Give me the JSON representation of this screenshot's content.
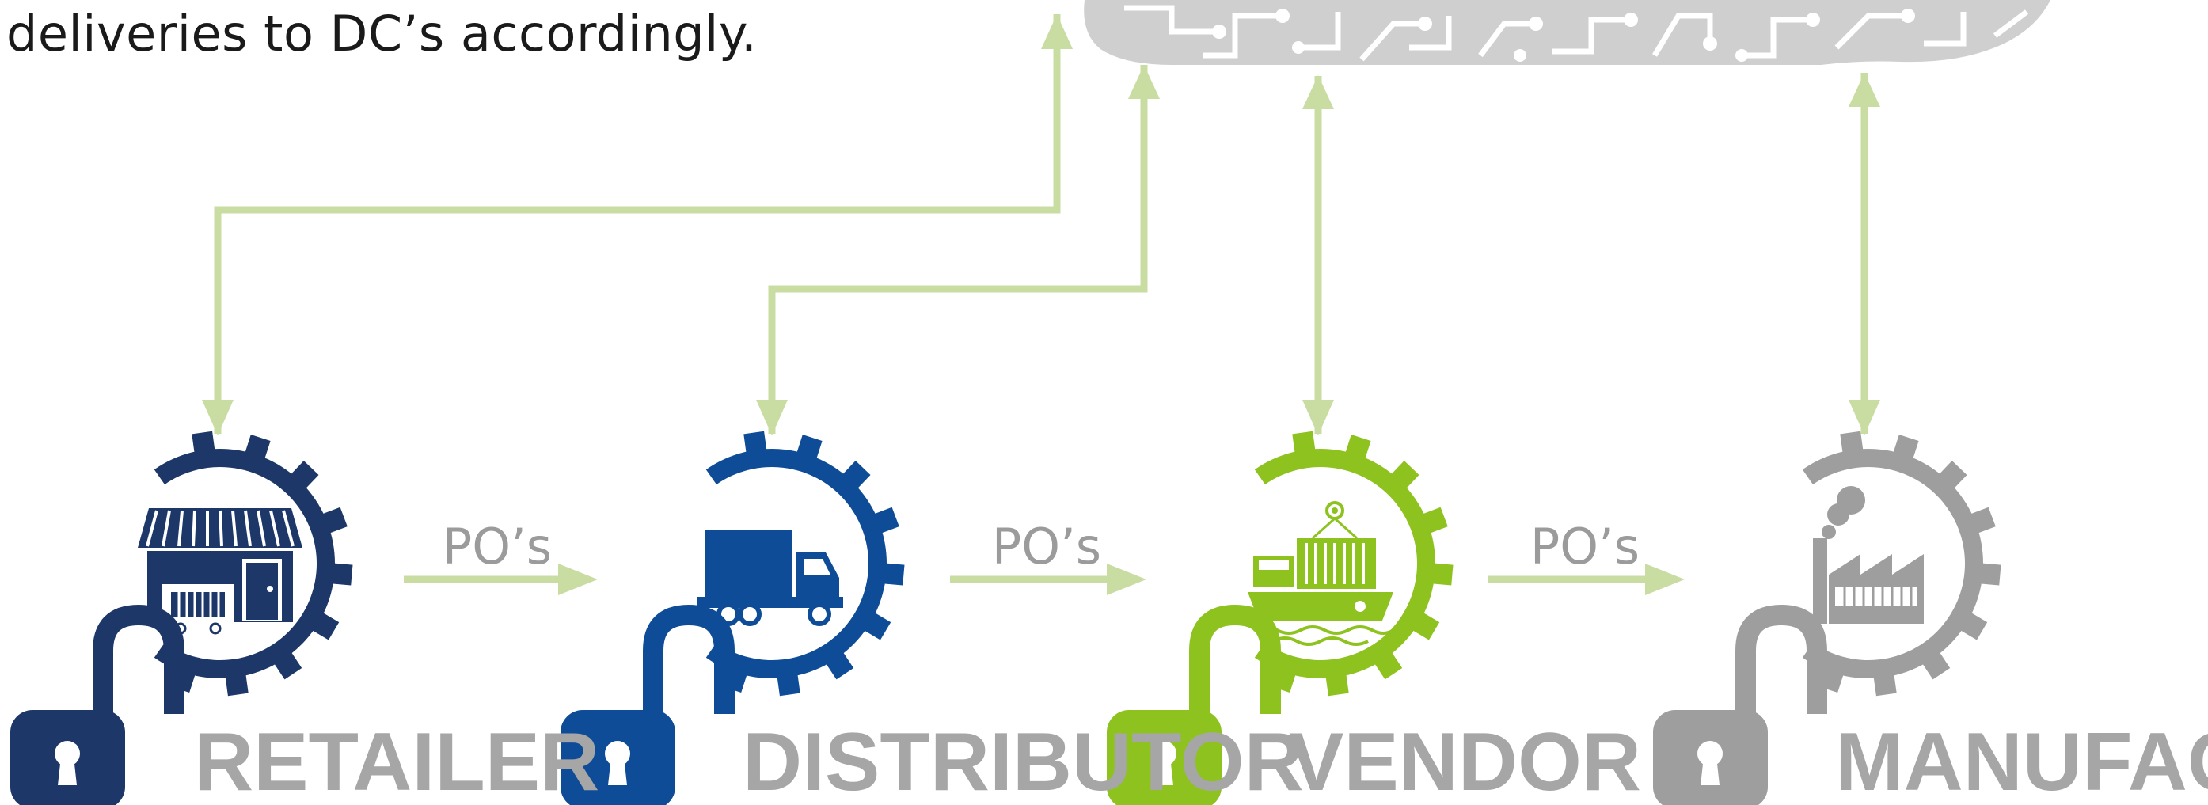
{
  "intro": {
    "text": "deliveries to DC’s accordingly."
  },
  "colors": {
    "connector": "#c9dca2",
    "cloud": "#cfcfcf",
    "retailer": "#1c3768",
    "distributor": "#0e4c97",
    "vendor": "#8dc21f",
    "manufacturer": "#9e9e9e",
    "label": "#a6a6a6"
  },
  "entities": [
    {
      "key": "retailer",
      "label": "RETAILER",
      "icon": "store-icon",
      "color": "#1c3768"
    },
    {
      "key": "distributor",
      "label": "DISTRIBUTOR",
      "icon": "truck-icon",
      "color": "#0e4c97"
    },
    {
      "key": "vendor",
      "label": "VENDOR",
      "icon": "cargo-ship-icon",
      "color": "#8dc21f"
    },
    {
      "key": "manufacturer",
      "label": "MANUFACTURER",
      "icon": "factory-icon",
      "color": "#9e9e9e"
    }
  ],
  "flows": [
    {
      "label": "PO’s"
    },
    {
      "label": "PO’s"
    },
    {
      "label": "PO’s"
    }
  ]
}
